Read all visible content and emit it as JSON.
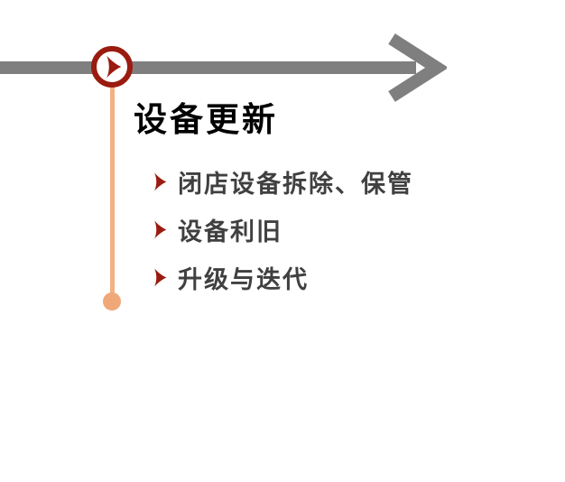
{
  "slide": {
    "title": "设备更新",
    "bullets": [
      {
        "label": "闭店设备拆除、保管"
      },
      {
        "label": "设备利旧"
      },
      {
        "label": "升级与迭代"
      }
    ]
  },
  "icons": {
    "timeline_arrow": "arrow-right-icon",
    "node_glyph": "chevron-right-icon",
    "bullet_glyph": "chevron-right-icon",
    "end_marker": "dot-icon"
  },
  "colors": {
    "timeline_gray": "#7F7F7F",
    "accent_dark_red": "#9A1B10",
    "connector_peach": "#F4B183",
    "end_dot_peach": "#F0A878",
    "title_text": "#000000",
    "bullet_text": "#404040",
    "background": "#FFFFFF"
  }
}
